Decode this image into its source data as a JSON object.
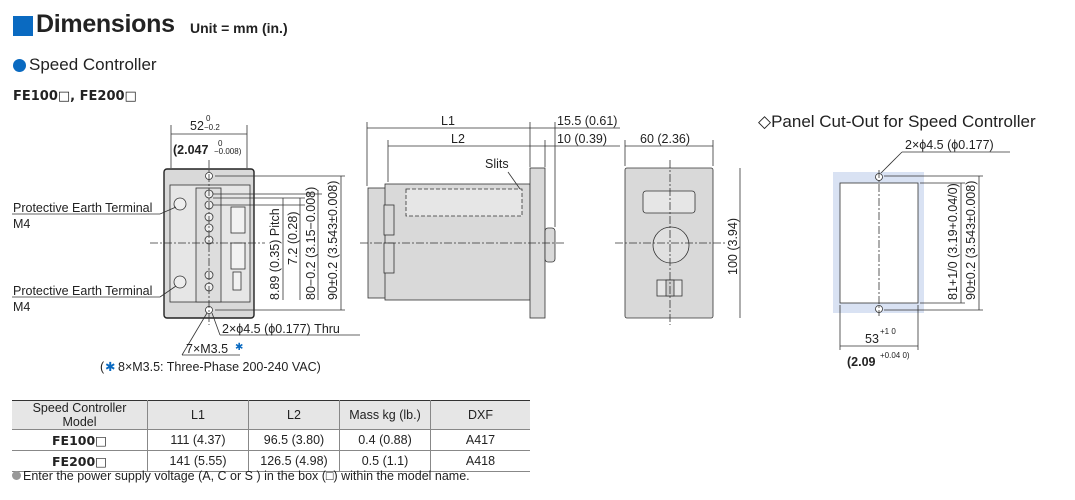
{
  "header": {
    "title": "Dimensions",
    "unit": "Unit = mm (in.)",
    "accent": "#0a6ac1"
  },
  "section": {
    "title": "Speed Controller",
    "models": "FE100□, FE200□"
  },
  "front_view": {
    "width_mm": "52",
    "width_tol_upper": "0",
    "width_tol_lower": "−0.2",
    "width_in": "(2.047",
    "width_in_tol_upper": "0",
    "width_in_tol_lower": "−0.008)",
    "earth_terminal_1": "Protective Earth Terminal",
    "earth_terminal_1_size": "M4",
    "earth_terminal_2": "Protective Earth Terminal",
    "earth_terminal_2_size": "M4",
    "pitch": "8.89 (0.35) Pitch",
    "dim_72": "7.2 (0.28)",
    "dim_80": "80−0.2 (3.15−0.008)",
    "dim_90": "90±0.2 (3.543±0.008)",
    "holes": "2×ϕ4.5 (ϕ0.177) Thru",
    "terminals": "7×M3.5",
    "terminals_mark": "✱",
    "footnote_mark": "✱",
    "footnote": "8×M3.5: Three-Phase 200-240 VAC)",
    "footnote_open": "("
  },
  "side_view": {
    "l1": "L1",
    "l2": "L2",
    "dim_155": "15.5 (0.61)",
    "dim_10": "10 (0.39)",
    "slits": "Slits"
  },
  "panel_view": {
    "width": "60 (2.36)",
    "height": "100 (3.94)"
  },
  "cutout": {
    "title": "◇Panel Cut-Out for Speed Controller",
    "holes": "2×ϕ4.5 (ϕ0.177)",
    "height_81": "81+1/0 (3.19+0.04/0)",
    "height_90": "90±0.2 (3.543±0.008)",
    "width_mm": "53",
    "width_tol": "+1  0",
    "width_in": "(2.09",
    "width_in_tol": "+0.04 0)",
    "fill": "#d9e2f3"
  },
  "table": {
    "headers": [
      "Speed Controller Model",
      "L1",
      "L2",
      "Mass kg (lb.)",
      "DXF"
    ],
    "rows": [
      [
        "FE100□",
        "111 (4.37)",
        "96.5 (3.80)",
        "0.4 (0.88)",
        "A417"
      ],
      [
        "FE200□",
        "141 (5.55)",
        "126.5 (4.98)",
        "0.5 (1.1)",
        "A418"
      ]
    ]
  },
  "note": "Enter the power supply voltage (A, C or S ) in the box (□) within the model name."
}
